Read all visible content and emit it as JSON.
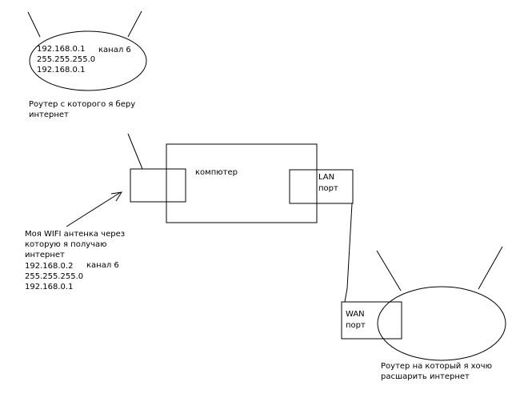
{
  "source_router": {
    "ip": "192.168.0.1",
    "mask": "255.255.255.0",
    "gateway": "192.168.0.1",
    "channel": "канал 6",
    "caption_line1": "Роутер с которого я беру",
    "caption_line2": "интернет"
  },
  "computer": {
    "label": "компютер",
    "lan_line1": "LAN",
    "lan_line2": "порт"
  },
  "wifi_antenna": {
    "desc_line1": "Моя WIFI антенка через",
    "desc_line2": "которую я получаю",
    "desc_line3": "интернет",
    "ip": "192.168.0.2",
    "mask": "255.255.255.0",
    "gateway": "192.168.0.1",
    "channel": "канал 6"
  },
  "target_router": {
    "wan_line1": "WAN",
    "wan_line2": "порт",
    "caption_line1": "Роутер на который я хочю",
    "caption_line2": "расшарить интернет"
  }
}
